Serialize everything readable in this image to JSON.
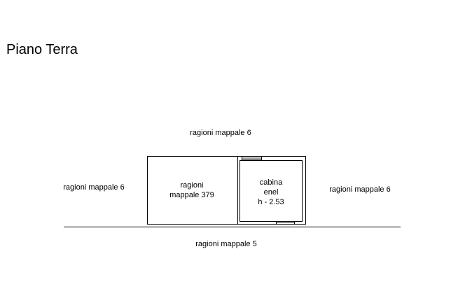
{
  "title": "Piano Terra",
  "boundaries": {
    "top": "ragioni mappale 6",
    "left": "ragioni mappale 6",
    "right": "ragioni mappale 6",
    "bottom": "ragioni mappale 5"
  },
  "rooms": {
    "mappale_379": {
      "line1": "ragioni",
      "line2": "mappale 379"
    },
    "cabina": {
      "line1": "cabina",
      "line2": "enel",
      "line3": "h - 2.53"
    }
  }
}
